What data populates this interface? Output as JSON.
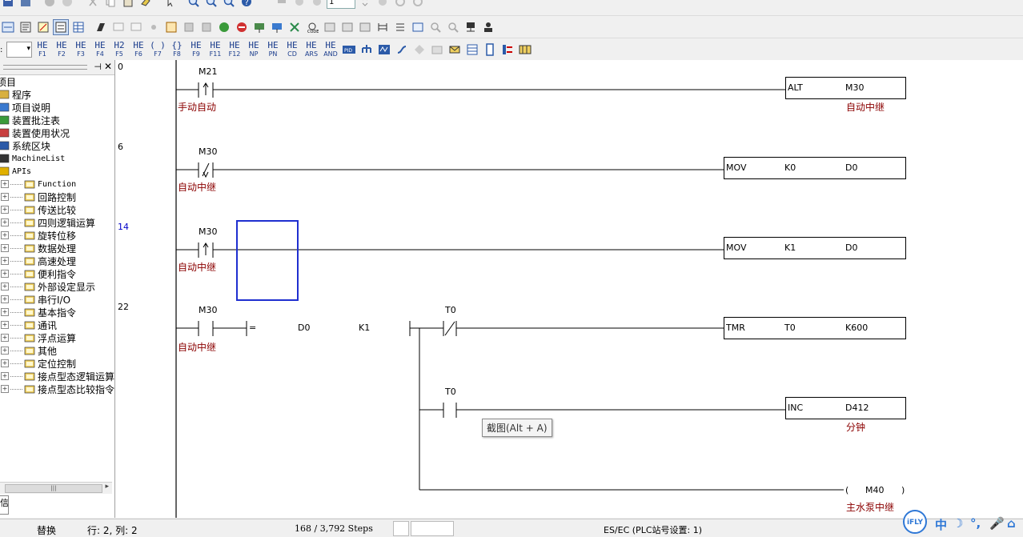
{
  "toolbar1": {
    "icons": [
      "save-icon",
      "save-all-icon",
      "undo-icon",
      "redo-icon",
      "cut-icon",
      "copy-icon",
      "paste-icon",
      "erase-icon",
      "pointer-icon",
      "zoom-in-icon",
      "zoom-out-icon",
      "zoom-fit-icon",
      "help-icon",
      "insert-icon",
      "monitor-icon",
      "break-icon",
      "delete-icon"
    ],
    "step_value": "1"
  },
  "toolbar3": {
    "fkeys": [
      {
        "sym": "HE",
        "label": "F1"
      },
      {
        "sym": "HE",
        "label": "F2"
      },
      {
        "sym": "HE",
        "label": "F3"
      },
      {
        "sym": "HE",
        "label": "F4"
      },
      {
        "sym": "H2",
        "label": "F5"
      },
      {
        "sym": "HE",
        "label": "F6"
      },
      {
        "sym": "( )",
        "label": "F7"
      },
      {
        "sym": "{}",
        "label": "F8"
      },
      {
        "sym": "HE",
        "label": "F9"
      },
      {
        "sym": "HE",
        "label": "F11"
      },
      {
        "sym": "HE",
        "label": "F12"
      },
      {
        "sym": "HE",
        "label": "NP"
      },
      {
        "sym": "HE",
        "label": "PN"
      },
      {
        "sym": "HE",
        "label": "CD"
      },
      {
        "sym": "HE",
        "label": "ARS"
      },
      {
        "sym": "HE",
        "label": "AND"
      }
    ]
  },
  "tree": {
    "root": "项目",
    "items": [
      {
        "label": "程序",
        "icon": "program-icon"
      },
      {
        "label": "项目说明",
        "icon": "project-desc-icon"
      },
      {
        "label": "装置批注表",
        "icon": "device-comment-icon"
      },
      {
        "label": "装置使用状况",
        "icon": "device-usage-icon"
      },
      {
        "label": "系统区块",
        "icon": "system-block-icon"
      },
      {
        "label": "MachineList",
        "icon": "machine-list-icon",
        "mono": true
      },
      {
        "label": "APIs",
        "icon": "apis-icon",
        "mono": true
      }
    ],
    "api_groups": [
      {
        "label": "Function",
        "mono": true
      },
      {
        "label": "回路控制"
      },
      {
        "label": "传送比较"
      },
      {
        "label": "四则逻辑运算"
      },
      {
        "label": "旋转位移"
      },
      {
        "label": "数据处理"
      },
      {
        "label": "高速处理"
      },
      {
        "label": "便利指令"
      },
      {
        "label": "外部设定显示"
      },
      {
        "label": "串行I/O"
      },
      {
        "label": "基本指令"
      },
      {
        "label": "通讯"
      },
      {
        "label": "浮点运算"
      },
      {
        "label": "其他"
      },
      {
        "label": "定位控制"
      },
      {
        "label": "接点型态逻辑运算"
      },
      {
        "label": "接点型态比较指令"
      }
    ],
    "panel_tab": "信"
  },
  "ladder": {
    "steps": [
      {
        "no": "0",
        "highlight": false
      },
      {
        "no": "6",
        "highlight": false
      },
      {
        "no": "14",
        "highlight": true
      },
      {
        "no": "22",
        "highlight": false
      }
    ],
    "contacts": [
      {
        "device": "M21",
        "comment": "手动自动",
        "type": "rising"
      },
      {
        "device": "M30",
        "comment": "自动中继",
        "type": "nc"
      },
      {
        "device": "M30",
        "comment": "自动中继",
        "type": "rising"
      },
      {
        "device": "M30",
        "comment": "自动中继",
        "type": "no"
      },
      {
        "device": "T0",
        "comment": "",
        "type": "nc"
      },
      {
        "device": "T0",
        "comment": "",
        "type": "no"
      }
    ],
    "compare": {
      "op": "=",
      "s1": "D0",
      "s2": "K1"
    },
    "instructions": [
      {
        "op": "ALT",
        "a": "M30",
        "b": "",
        "comment": "自动中继"
      },
      {
        "op": "MOV",
        "a": "K0",
        "b": "D0",
        "comment": ""
      },
      {
        "op": "MOV",
        "a": "K1",
        "b": "D0",
        "comment": ""
      },
      {
        "op": "TMR",
        "a": "T0",
        "b": "K600",
        "comment": ""
      },
      {
        "op": "INC",
        "a": "D412",
        "b": "",
        "comment": "分钟"
      }
    ],
    "coil": {
      "open": "(",
      "device": "M40",
      "close": ")",
      "comment": "主水泵中继"
    },
    "tooltip": "截图(Alt + A)"
  },
  "status": {
    "mode": "替换",
    "position": "行: 2, 列: 2",
    "steps": "168 / 3,792 Steps",
    "plc": "ES/EC (PLC站号设置: 1)"
  },
  "ime": {
    "logo": "iFLY",
    "lang": "中"
  }
}
